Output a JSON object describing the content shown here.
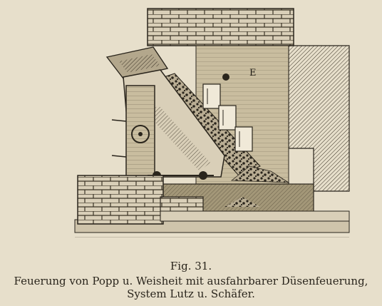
{
  "figure": {
    "callout_letter": "E",
    "number_label": "Fig. 31.",
    "caption_lines": [
      "Feuerung von Popp u. Weisheit mit ausfahrbarer Düsenfeuerung,",
      "System Lutz u. Schäfer."
    ]
  }
}
